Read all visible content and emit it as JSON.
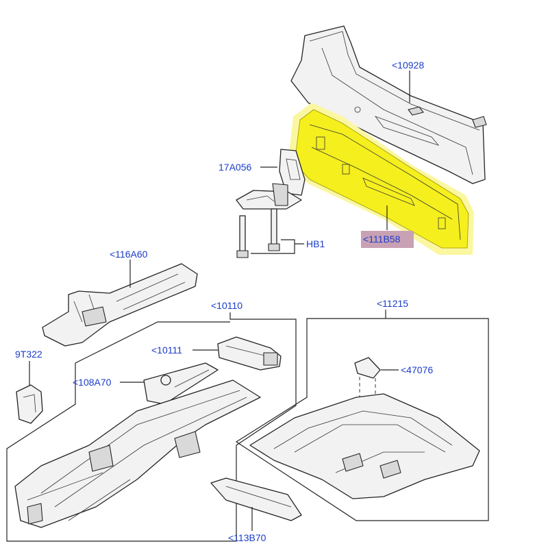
{
  "labels": {
    "p10928": "<10928",
    "p17A056": "17A056",
    "p111B58": "<111B58",
    "pHB1": "HB1",
    "p116A60": "<116A60",
    "p10110": "<10110",
    "p11215": "<11215",
    "p9T322": "9T322",
    "p10111": "<10111",
    "p108A70": "<108A70",
    "p47076": "<47076",
    "p113B70": "<113B70"
  },
  "colors": {
    "label_text": "#1a3cc8",
    "highlight": "#f5ef1e",
    "highlight_glow": "#fbf7a0",
    "selected_label_bg": "#c9a1b4",
    "line": "#222222"
  },
  "selected_part": "p111B58"
}
